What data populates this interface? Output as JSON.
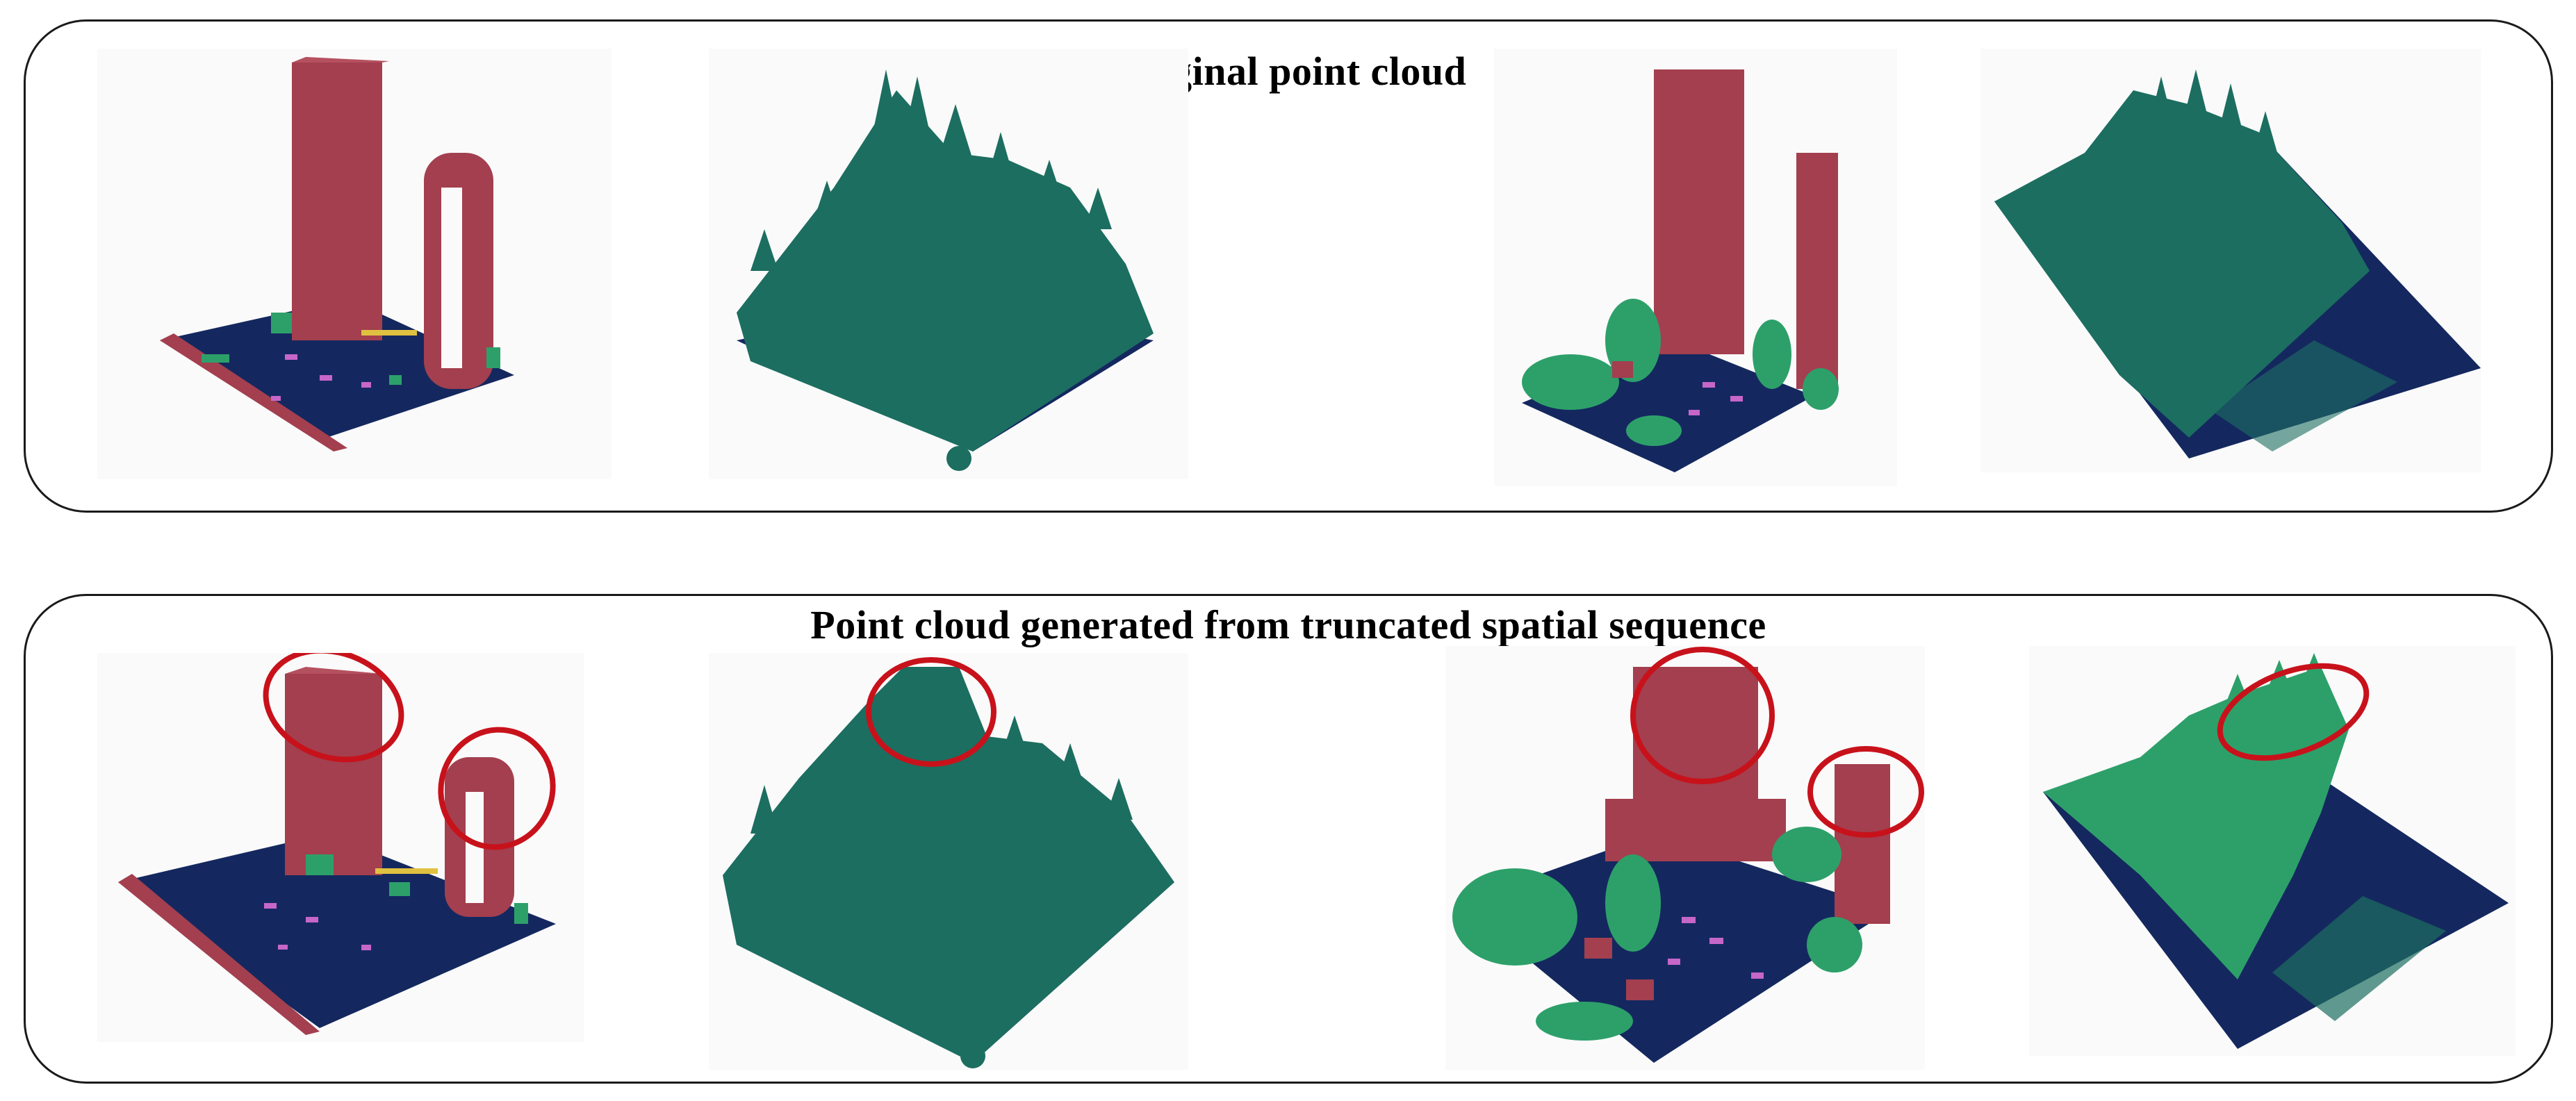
{
  "panels": [
    {
      "title": "Original point cloud"
    },
    {
      "title": "Point cloud generated from truncated spatial sequence"
    }
  ],
  "colors": {
    "building": "#a33f4f",
    "tree_dark": "#1c6e60",
    "tree_light": "#2da06a",
    "ground": "#14285f",
    "vehicle": "#c766c9",
    "highlight_ring": "#c8121b",
    "panel_border": "#1a1a1a"
  },
  "icons": {
    "highlight": "ellipse-outline"
  }
}
